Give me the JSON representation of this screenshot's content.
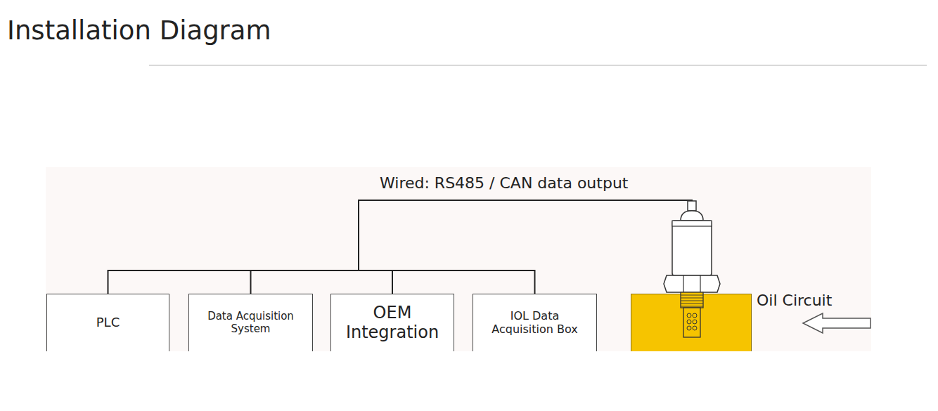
{
  "diagram": {
    "title": "Installation Diagram",
    "nodes": [
      {
        "text": [
          "PLC"
        ]
      },
      {
        "text": [
          "Data Acquisition System"
        ]
      },
      {
        "text": [
          "OEM Integration"
        ]
      },
      {
        "text": [
          "IOL Data Acquisition Box"
        ]
      },
      {
        "text": [
          "Oil Circuit"
        ]
      }
    ],
    "edges": [
      {
        "from": 4,
        "to": 0,
        "arrow": "none"
      },
      {
        "from": 4,
        "to": 1,
        "arrow": "none"
      },
      {
        "from": 4,
        "to": 2,
        "arrow": "none"
      },
      {
        "from": 4,
        "to": 3,
        "arrow": "none"
      }
    ],
    "labels": [
      "Wired: RS485 / CAN data output"
    ]
  }
}
